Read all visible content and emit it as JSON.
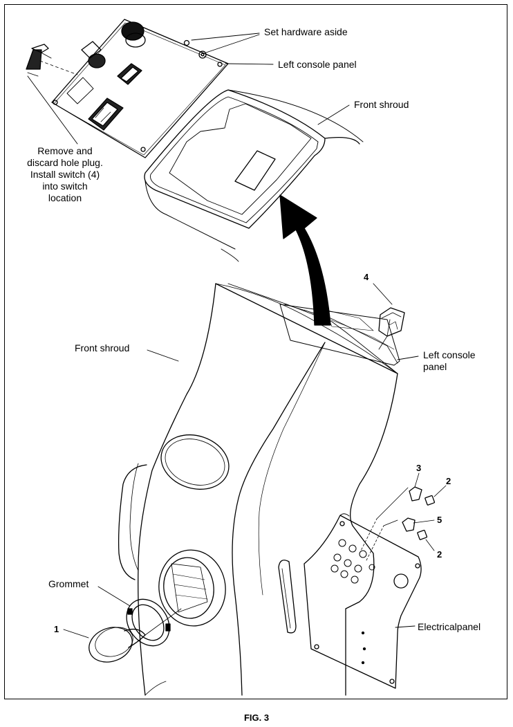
{
  "figure": {
    "caption": "FIG. 3"
  },
  "labels": {
    "set_hardware_aside": "Set hardware aside",
    "left_console_panel_top": "Left console panel",
    "front_shroud_top": "Front shroud",
    "note_line1": "Remove and",
    "note_line2": "discard hole plug.",
    "note_line3": "Install switch (4)",
    "note_line4": "into switch",
    "note_line5": "location",
    "front_shroud_mid": "Front shroud",
    "left_console_panel_mid_line1": "Left console",
    "left_console_panel_mid_line2": "panel",
    "grommet": "Grommet",
    "electrical_panel": "Electricalpanel"
  },
  "callouts": {
    "part_4": "4",
    "part_3": "3",
    "part_2a": "2",
    "part_5": "5",
    "part_2b": "2",
    "part_1": "1"
  },
  "colors": {
    "line": "#000000",
    "background": "#ffffff"
  }
}
